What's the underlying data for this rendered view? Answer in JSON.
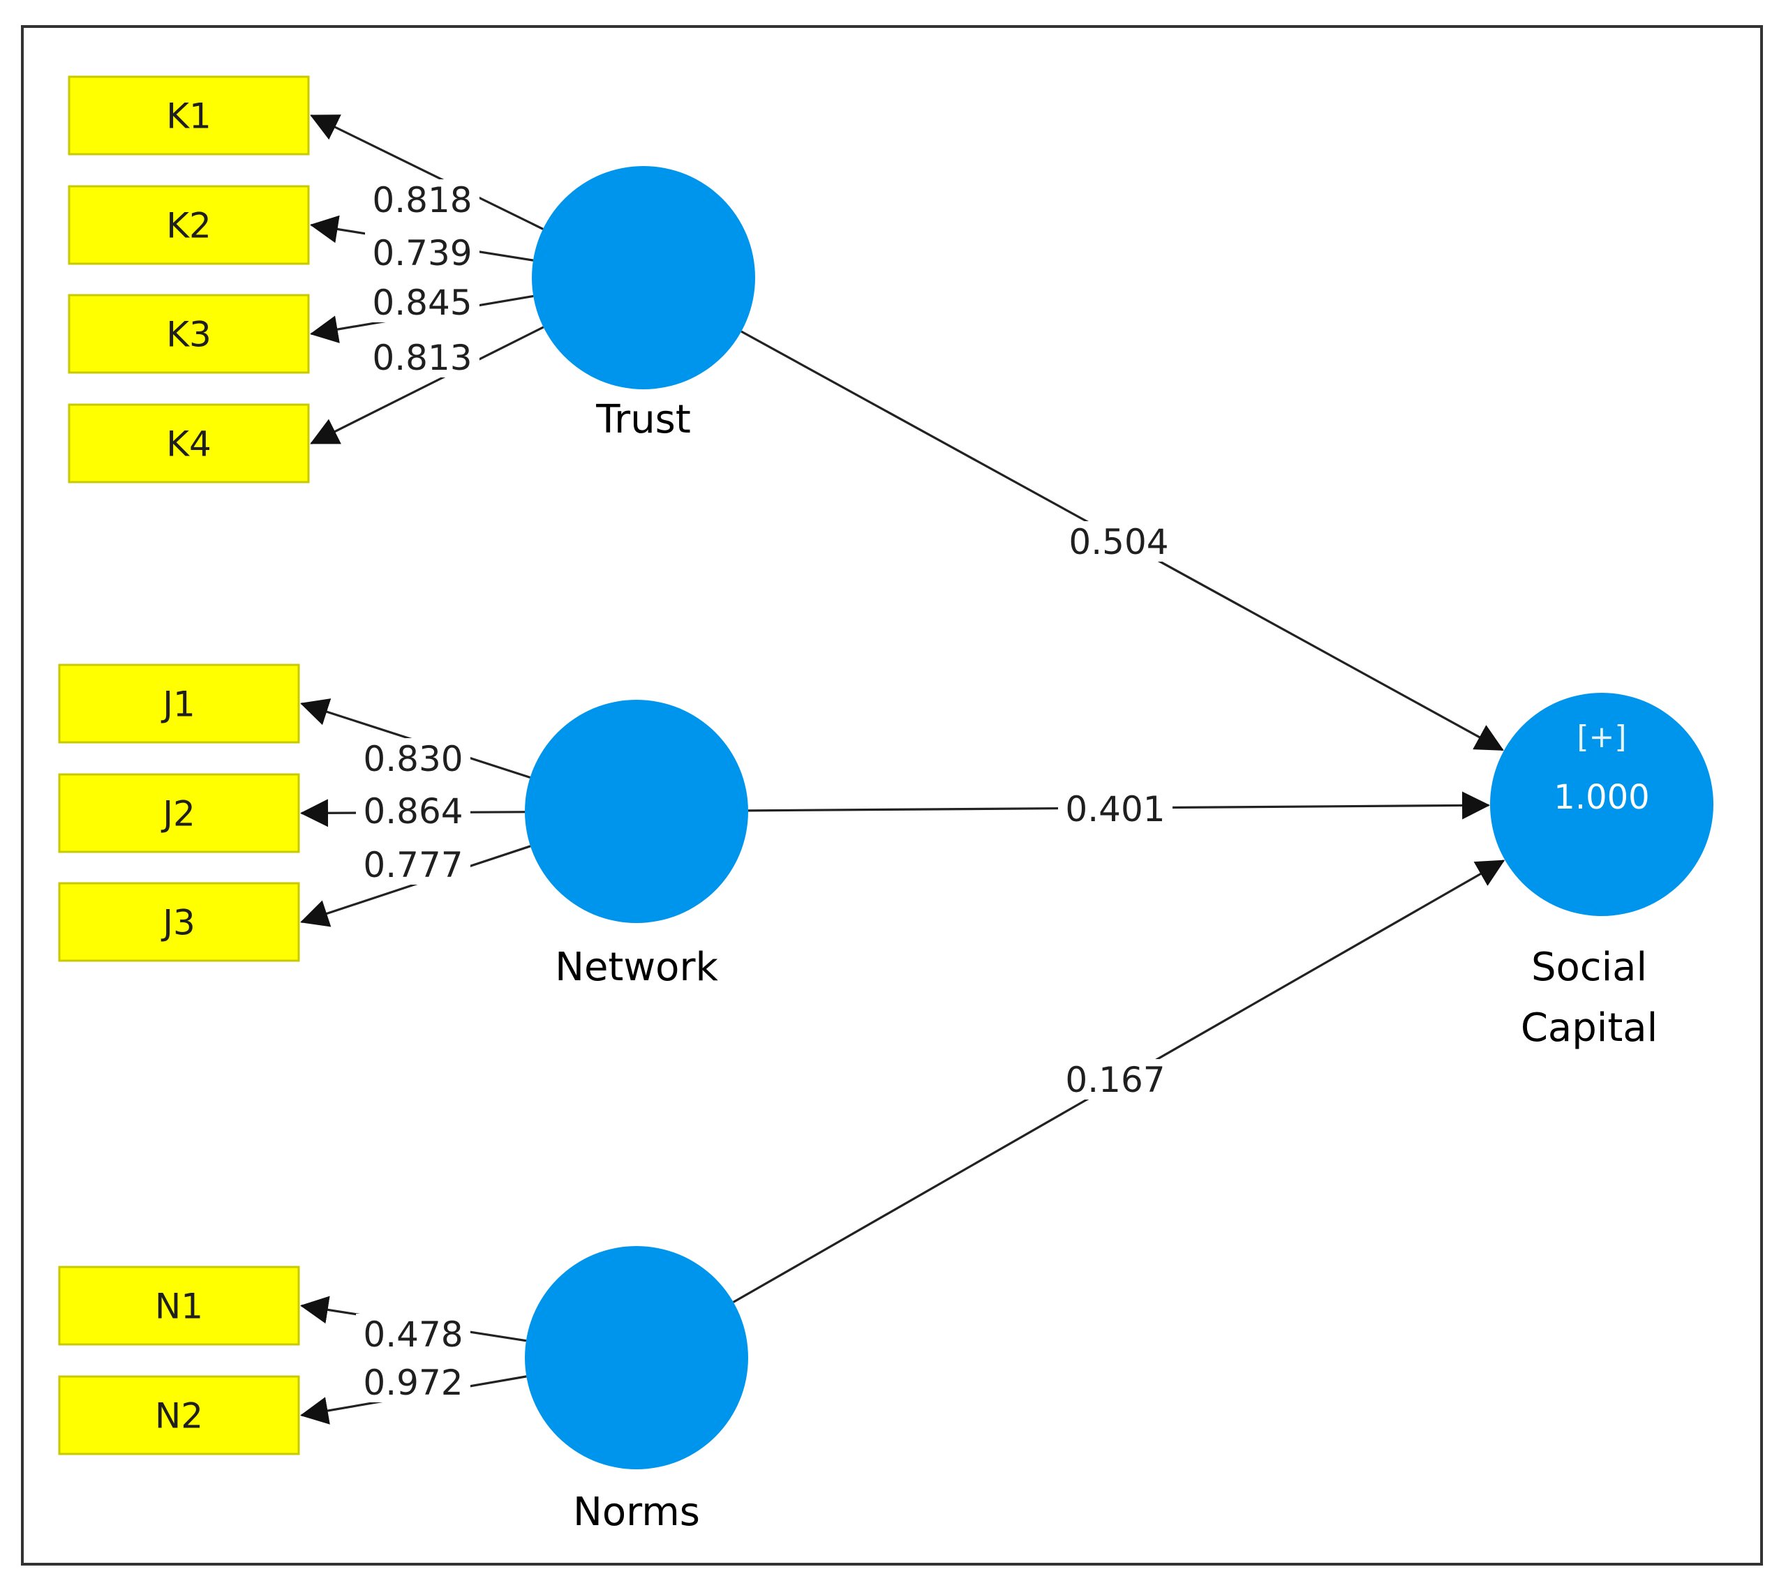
{
  "latents": [
    {
      "id": "trust",
      "label": "Trust",
      "lines": [
        "Trust"
      ]
    },
    {
      "id": "network",
      "label": "Network",
      "lines": [
        "Network"
      ]
    },
    {
      "id": "norms",
      "label": "Norms",
      "lines": [
        "Norms"
      ]
    },
    {
      "id": "social_capital",
      "label": "Social Capital",
      "lines": [
        "Social",
        "Capital"
      ],
      "r_squared": "1.000",
      "expand_symbol": "[+]"
    }
  ],
  "indicators": [
    {
      "id": "K1",
      "label": "K1",
      "latent": "trust",
      "loading": "0.818"
    },
    {
      "id": "K2",
      "label": "K2",
      "latent": "trust",
      "loading": "0.739"
    },
    {
      "id": "K3",
      "label": "K3",
      "latent": "trust",
      "loading": "0.845"
    },
    {
      "id": "K4",
      "label": "K4",
      "latent": "trust",
      "loading": "0.813"
    },
    {
      "id": "J1",
      "label": "J1",
      "latent": "network",
      "loading": "0.830"
    },
    {
      "id": "J2",
      "label": "J2",
      "latent": "network",
      "loading": "0.864"
    },
    {
      "id": "J3",
      "label": "J3",
      "latent": "network",
      "loading": "0.777"
    },
    {
      "id": "N1",
      "label": "N1",
      "latent": "norms",
      "loading": "0.478"
    },
    {
      "id": "N2",
      "label": "N2",
      "latent": "norms",
      "loading": "0.972"
    }
  ],
  "paths": [
    {
      "from": "trust",
      "to": "social_capital",
      "coefficient": "0.504"
    },
    {
      "from": "network",
      "to": "social_capital",
      "coefficient": "0.401"
    },
    {
      "from": "norms",
      "to": "social_capital",
      "coefficient": "0.167"
    }
  ],
  "colors": {
    "latent_fill": "#0095ec",
    "indicator_fill": "#ffff00",
    "edge": "#222222",
    "frame": "#333333"
  }
}
